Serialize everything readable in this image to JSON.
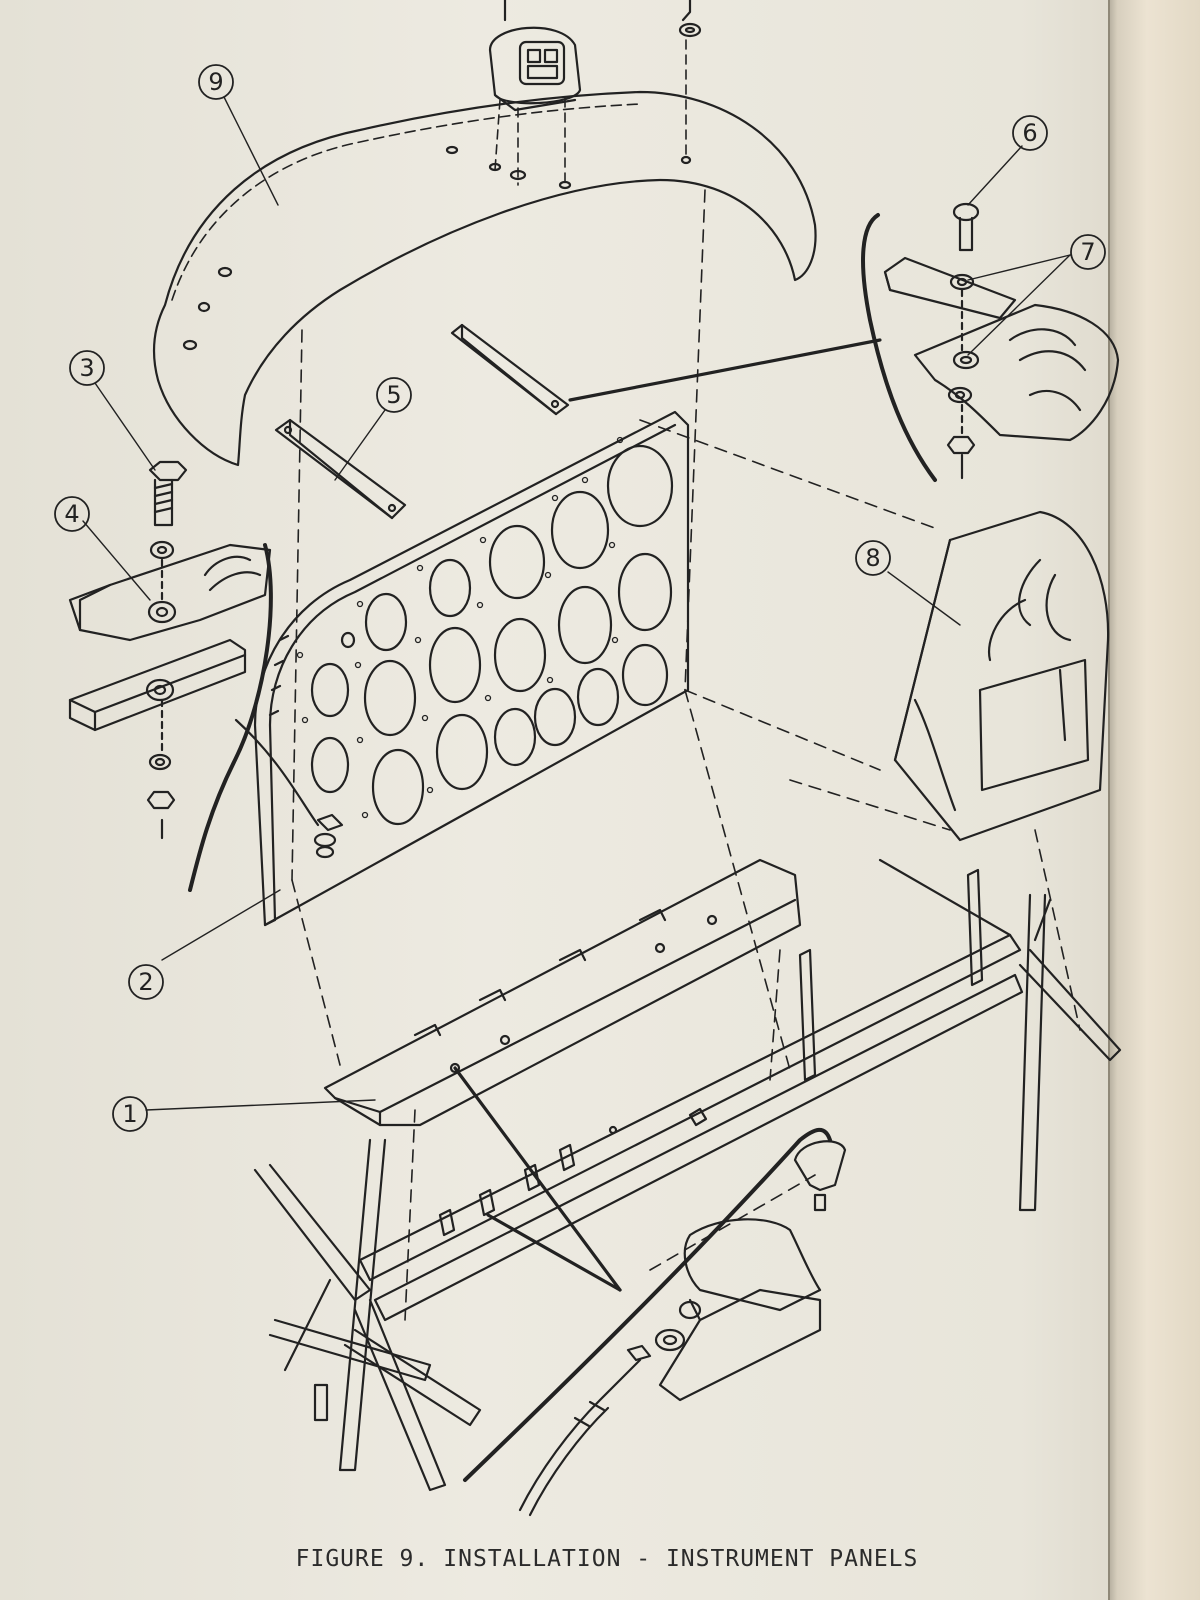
{
  "figure": {
    "number_label": "FIGURE 9.",
    "title": "INSTALLATION - INSTRUMENT PANELS"
  },
  "callouts": [
    {
      "id": "callout-1",
      "label": "1"
    },
    {
      "id": "callout-2",
      "label": "2"
    },
    {
      "id": "callout-3",
      "label": "3"
    },
    {
      "id": "callout-4",
      "label": "4"
    },
    {
      "id": "callout-5",
      "label": "5"
    },
    {
      "id": "callout-6",
      "label": "6"
    },
    {
      "id": "callout-7",
      "label": "7"
    },
    {
      "id": "callout-8",
      "label": "8"
    },
    {
      "id": "callout-9",
      "label": "9"
    }
  ],
  "colors": {
    "ink": "#222222",
    "paper": "#e9e6dc"
  }
}
